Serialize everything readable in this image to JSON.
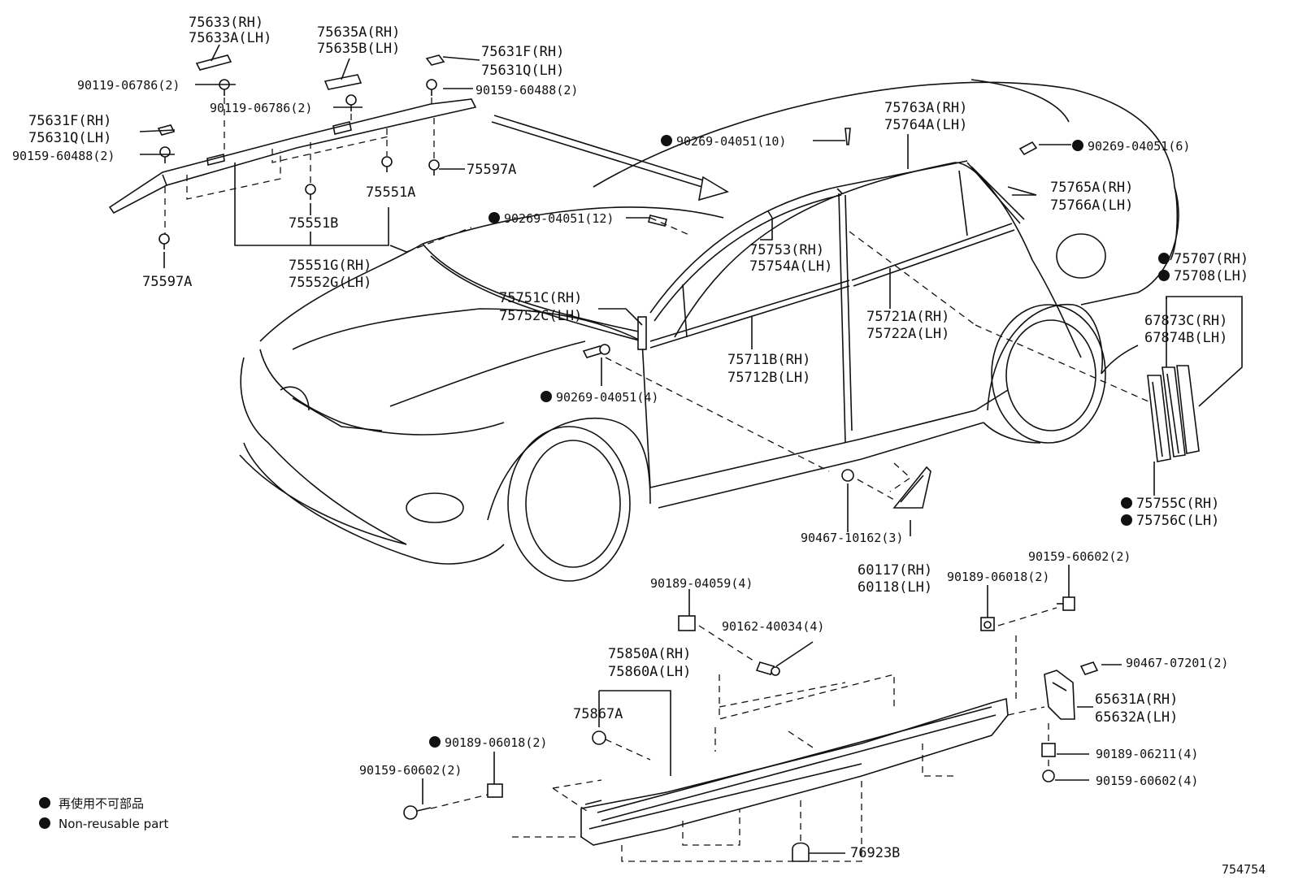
{
  "diagram_id": "754754",
  "legend": {
    "jp": "再使用不可部品",
    "en": "Non-reusable part"
  },
  "labels": {
    "l75633": [
      "75633(RH)",
      "75633A(LH)"
    ],
    "l75635": [
      "75635A(RH)",
      "75635B(LH)"
    ],
    "l75631top": [
      "75631F(RH)",
      "75631Q(LH)"
    ],
    "l75631left": [
      "75631F(RH)",
      "75631Q(LH)"
    ],
    "l90119a": "90119-06786(2)",
    "l90119b": "90119-06786(2)",
    "l90159a": "90159-60488(2)",
    "l90159b": "90159-60488(2)",
    "l75597a": "75597A",
    "l75597b": "75597A",
    "l75551a": "75551A",
    "l75551b": "75551B",
    "l75551g": [
      "75551G(RH)",
      "75552G(LH)"
    ],
    "l90269_10": "90269-04051(10)",
    "l90269_6": "90269-04051(6)",
    "l90269_12": "90269-04051(12)",
    "l90269_4": "90269-04051(4)",
    "l75763": [
      "75763A(RH)",
      "75764A(LH)"
    ],
    "l75765": [
      "75765A(RH)",
      "75766A(LH)"
    ],
    "l75753": [
      "75753(RH)",
      "75754A(LH)"
    ],
    "l75751": [
      "75751C(RH)",
      "75752C(LH)"
    ],
    "l75711": [
      "75711B(RH)",
      "75712B(LH)"
    ],
    "l75721": [
      "75721A(RH)",
      "75722A(LH)"
    ],
    "l75707": [
      "75707(RH)",
      "75708(LH)"
    ],
    "l67873": [
      "67873C(RH)",
      "67874B(LH)"
    ],
    "l75755": [
      "75755C(RH)",
      "75756C(LH)"
    ],
    "l90467a": "90467-10162(3)",
    "l60117": [
      "60117(RH)",
      "60118(LH)"
    ],
    "l90189_4059": "90189-04059(4)",
    "l90162": "90162-40034(4)",
    "l90189_6018a": "90189-06018(2)",
    "l90159_602a": "90159-60602(2)",
    "l75850": [
      "75850A(RH)",
      "75860A(LH)"
    ],
    "l75867": "75867A",
    "l90467b": "90467-07201(2)",
    "l65631": [
      "65631A(RH)",
      "65632A(LH)"
    ],
    "l90189_6018b": "90189-06018(2)",
    "l90159_602b": "90159-60602(2)",
    "l90189_6211": "90189-06211(4)",
    "l90159_602c": "90159-60602(4)",
    "l76923": "76923B"
  }
}
